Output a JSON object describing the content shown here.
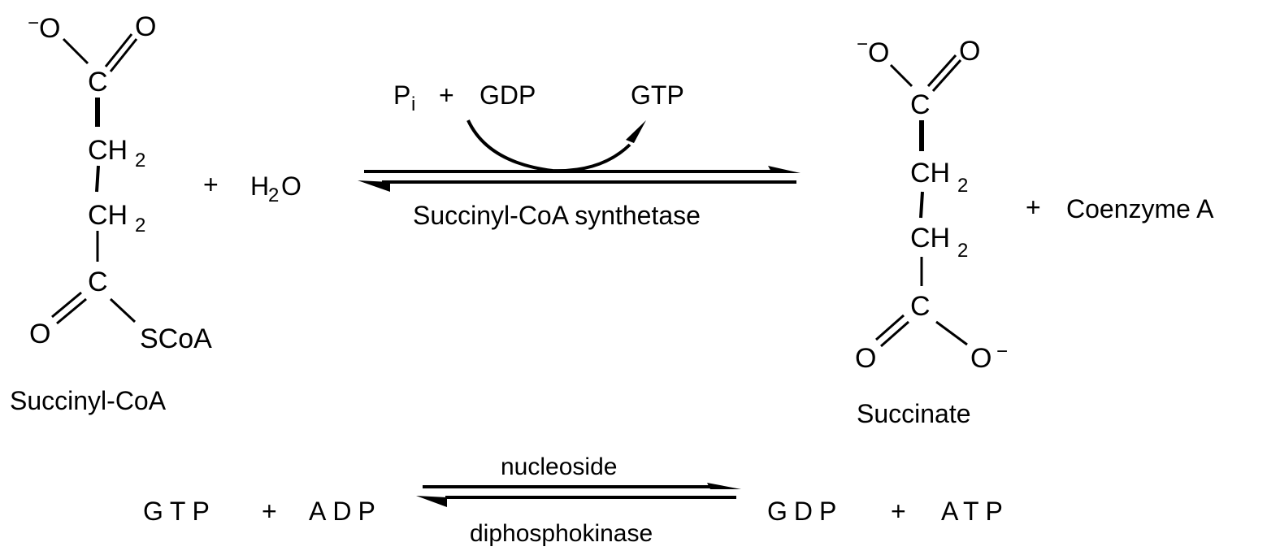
{
  "reaction1": {
    "reactant": {
      "name": "Succinyl-CoA",
      "atoms": {
        "top_o_minus": "O",
        "top_charge": "−",
        "top_o_double": "O",
        "top_c": "C",
        "ch2_a": "CH",
        "ch2_a_sub": "2",
        "ch2_b": "CH",
        "ch2_b_sub": "2",
        "bottom_c": "C",
        "bottom_o": "O",
        "bottom_group": "SCoA"
      }
    },
    "plus1": "+",
    "water": {
      "h": "H",
      "sub": "2",
      "o": "O"
    },
    "cofactor_in": {
      "p": "P",
      "p_sub": "i",
      "plus": "+",
      "gdp": "GDP"
    },
    "cofactor_out": "GTP",
    "enzyme": "Succinyl-CoA synthetase",
    "product": {
      "name": "Succinate",
      "atoms": {
        "top_o_minus": "O",
        "top_charge": "−",
        "top_o_double": "O",
        "top_c": "C",
        "ch2_a": "CH",
        "ch2_a_sub": "2",
        "ch2_b": "CH",
        "ch2_b_sub": "2",
        "bottom_c": "C",
        "bottom_o_double": "O",
        "bottom_o_minus": "O",
        "bottom_charge": "−"
      }
    },
    "plus2": "+",
    "coproduct": "Coenzyme A"
  },
  "reaction2": {
    "left": {
      "a": "GTP",
      "plus": "+",
      "b": "ADP"
    },
    "enzyme_top": "nucleoside",
    "enzyme_bottom": "diphosphokinase",
    "right": {
      "a": "GDP",
      "plus": "+",
      "b": "ATP"
    }
  }
}
